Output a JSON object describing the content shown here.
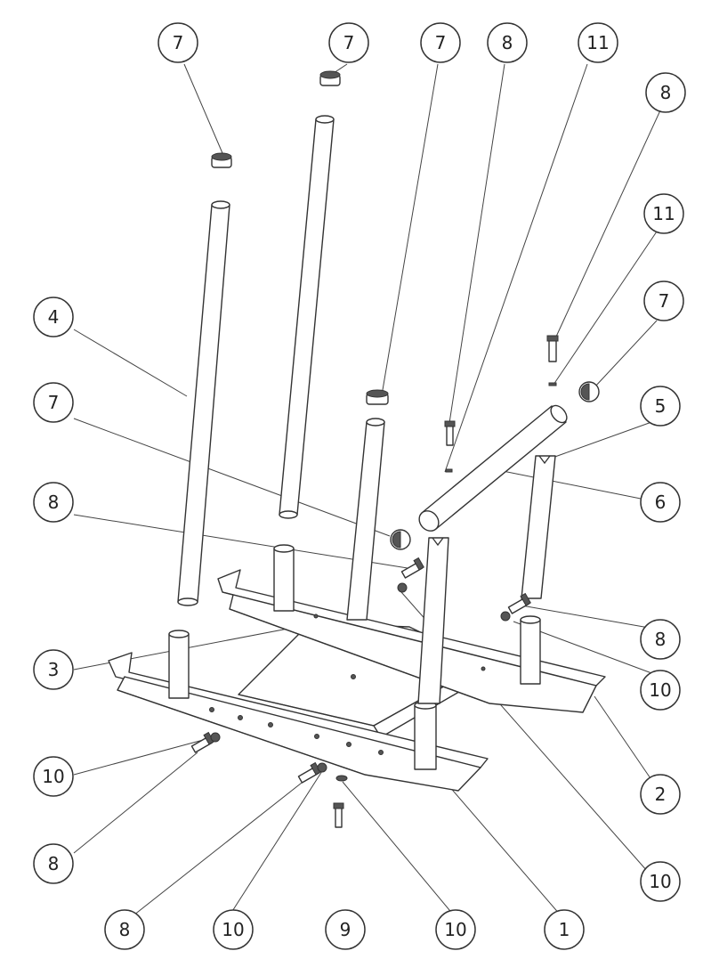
{
  "callouts": [
    {
      "number": "7"
    },
    {
      "number": "7"
    },
    {
      "number": "7"
    },
    {
      "number": "8"
    },
    {
      "number": "11"
    },
    {
      "number": "8"
    },
    {
      "number": "11"
    },
    {
      "number": "7"
    },
    {
      "number": "4"
    },
    {
      "number": "5"
    },
    {
      "number": "7"
    },
    {
      "number": "6"
    },
    {
      "number": "8"
    },
    {
      "number": "8"
    },
    {
      "number": "3"
    },
    {
      "number": "10"
    },
    {
      "number": "10"
    },
    {
      "number": "2"
    },
    {
      "number": "8"
    },
    {
      "number": "10"
    },
    {
      "number": "8"
    },
    {
      "number": "10"
    },
    {
      "number": "9"
    },
    {
      "number": "10"
    },
    {
      "number": "1"
    }
  ]
}
